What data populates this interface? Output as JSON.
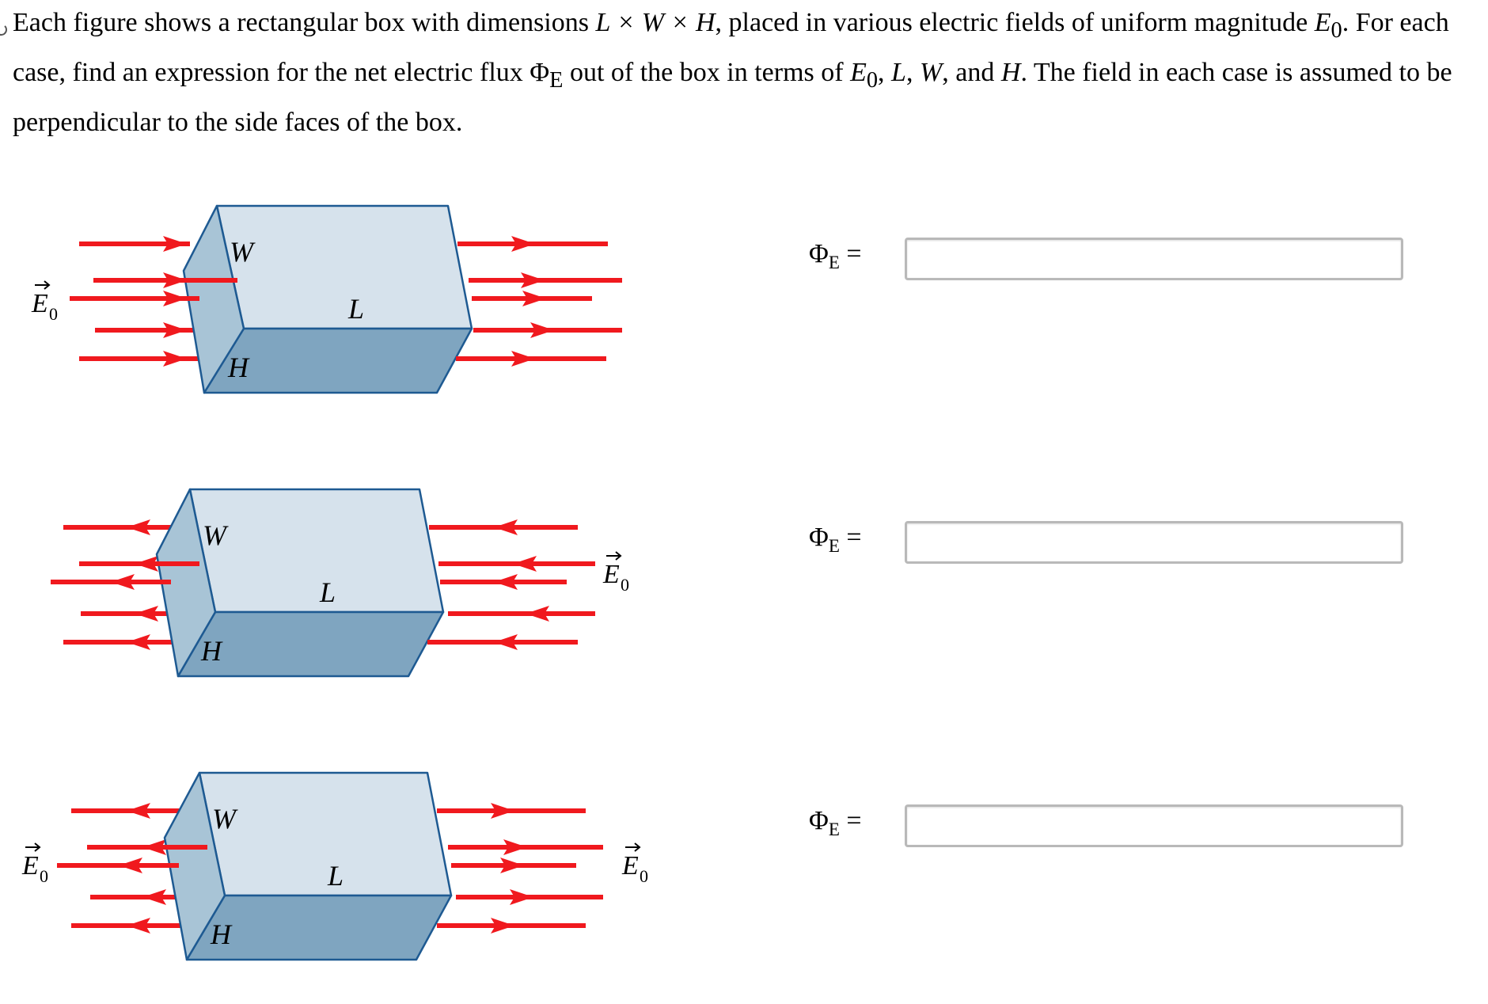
{
  "question": {
    "p1": "Each figure shows a rectangular box with dimensions ",
    "dims": "L × W × H",
    "p2": ", placed in various electric fields of uniform magnitude ",
    "e0": "E",
    "e0_sub": "0",
    "p3": ". For each case, find an expression for the net electric flux ",
    "phi": "Φ",
    "phi_sub": "E",
    "p4": " out of the box in terms of ",
    "vars": "E",
    "vars_sub": "0",
    "p5": ", ",
    "l": "L",
    "p6": ", ",
    "w": "W",
    "p7": ", and ",
    "h": "H",
    "p8": ". The field in each case is assumed to be perpendicular to the side faces of the box."
  },
  "figures": [
    {
      "W": "W",
      "L": "L",
      "H": "H",
      "E": "E",
      "E_sub": "0",
      "direction": "right"
    },
    {
      "W": "W",
      "L": "L",
      "H": "H",
      "E": "E",
      "E_sub": "0",
      "direction": "left"
    },
    {
      "W": "W",
      "L": "L",
      "H": "H",
      "E": "E",
      "E_sub": "0",
      "direction": "outward"
    }
  ],
  "answers": [
    {
      "phi": "Φ",
      "sub": "E",
      "eq": "=",
      "value": ""
    },
    {
      "phi": "Φ",
      "sub": "E",
      "eq": "=",
      "value": ""
    },
    {
      "phi": "Φ",
      "sub": "E",
      "eq": "=",
      "value": ""
    }
  ],
  "colors": {
    "field": "#f0191e",
    "top_face": "#d6e2ec",
    "front_face": "#7fa5c0",
    "side_face": "#a8c4d6",
    "edge": "#1e5a92"
  }
}
